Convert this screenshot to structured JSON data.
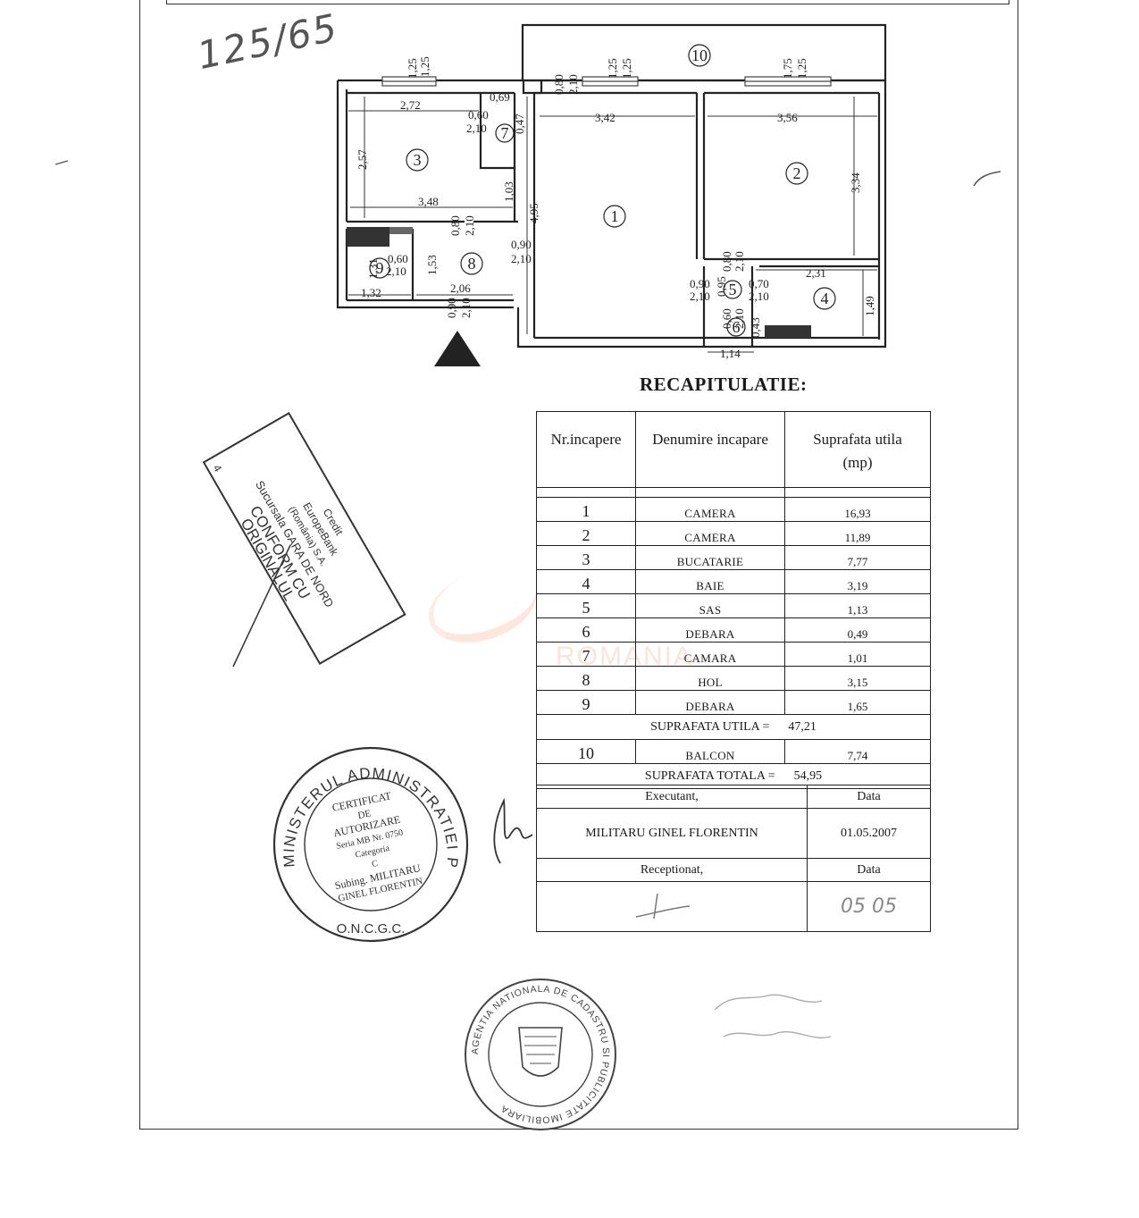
{
  "handwritten_ref": "125/65",
  "plan": {
    "rooms": [
      "1",
      "2",
      "3",
      "4",
      "5",
      "6",
      "7",
      "8",
      "9",
      "10"
    ],
    "dims": {
      "d_125a": "1,25",
      "d_125b": "1,25",
      "d_125c": "1,25",
      "d_125d": "1,25",
      "d_175": "1,75",
      "d_125e": "1,25",
      "d_080": "0,80",
      "d_210a": "2,10",
      "d_272": "2,72",
      "d_069": "0,69",
      "d_060a": "0,60",
      "d_210b": "2,10",
      "d_047": "0,47",
      "d_342": "3,42",
      "d_356": "3,56",
      "d_257": "2,57",
      "d_334": "3,34",
      "d_348": "3,48",
      "d_103": "1,03",
      "d_495": "4,95",
      "d_080b": "0,80",
      "d_210c": "2,10",
      "d_090a": "0,90",
      "d_210d": "2,10",
      "d_060b": "0,60",
      "d_210e": "2,10",
      "d_131": "1,31",
      "d_153": "1,53",
      "d_132": "1,32",
      "d_206": "2,06",
      "d_090b": "0,90",
      "d_210f": "2,10",
      "d_080c": "0,80",
      "d_210g": "2,10",
      "d_231": "2,31",
      "d_149": "1,49",
      "d_090c": "0,90",
      "d_210h": "2,10",
      "d_095": "0,95",
      "d_070": "0,70",
      "d_210i": "2,10",
      "d_060c": "0,60",
      "d_210j": "2,10",
      "d_043": "0,43",
      "d_114": "1,14"
    }
  },
  "recap": {
    "title": "RECAPITULATIE:",
    "headers": {
      "nr": "Nr.incapere",
      "name": "Denumire incapare",
      "area": "Suprafata utila",
      "unit": "(mp)"
    },
    "rows": [
      {
        "nr": "1",
        "name": "CAMERA",
        "area": "16,93"
      },
      {
        "nr": "2",
        "name": "CAMERA",
        "area": "11,89"
      },
      {
        "nr": "3",
        "name": "BUCATARIE",
        "area": "7,77"
      },
      {
        "nr": "4",
        "name": "BAIE",
        "area": "3,19"
      },
      {
        "nr": "5",
        "name": "SAS",
        "area": "1,13"
      },
      {
        "nr": "6",
        "name": "DEBARA",
        "area": "0,49"
      },
      {
        "nr": "7",
        "name": "CAMARA",
        "area": "1,01"
      },
      {
        "nr": "8",
        "name": "HOL",
        "area": "3,15"
      },
      {
        "nr": "9",
        "name": "DEBARA",
        "area": "1,65"
      }
    ],
    "util_label": "SUPRAFATA UTILA =",
    "util_value": "47,21",
    "balcony": {
      "nr": "10",
      "name": "BALCON",
      "area": "7,74"
    },
    "total_label": "SUPRAFATA TOTALA =",
    "total_value": "54,95"
  },
  "sign": {
    "executant_label": "Executant,",
    "date_label": "Data",
    "executant_name": "MILITARU GINEL FLORENTIN",
    "executant_date": "01.05.2007",
    "receptionat_label": "Receptionat,",
    "date_label2": "Data",
    "receptionat_date_hand": "05 05"
  },
  "stamps": {
    "bank": {
      "line1": "Credit",
      "line2": "EuropeBank",
      "line3": "(România) S.A.",
      "line4": "Sucursala GARA DE NORD",
      "line5": "CONFORM CU",
      "line6": "ORIGINALUL",
      "line7": "4"
    },
    "ministry": {
      "ring": "MINISTERUL ADMINISTRATIEI PUBLICE",
      "bottom": "O.N.C.G.C.",
      "c1": "CERTIFICAT",
      "c2": "DE",
      "c3": "AUTORIZARE",
      "c4": "Seria MB Nr. 0750",
      "c5": "Categoria",
      "c6": "C",
      "c7": "Subing. MILITARU",
      "c8": "GINEL FLORENTIN"
    },
    "agency": {
      "ring": "AGENTIA NATIONALA DE CADASTRU SI PUBLICITATE IMOBILIARA"
    }
  },
  "watermark": "ROMANIA"
}
